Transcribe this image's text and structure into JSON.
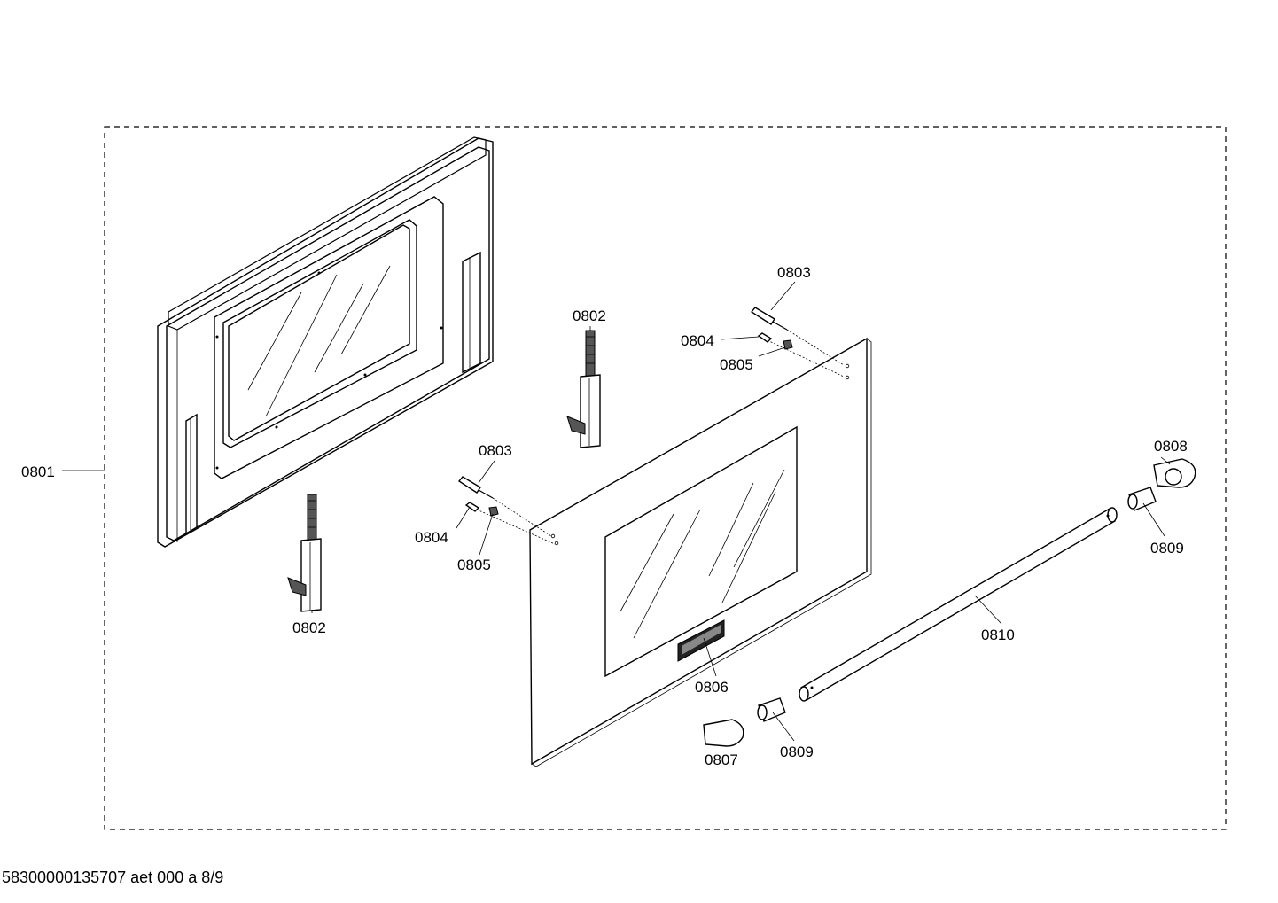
{
  "diagram": {
    "callouts": {
      "c0801": "0801",
      "c0802a": "0802",
      "c0802b": "0802",
      "c0803a": "0803",
      "c0803b": "0803",
      "c0804a": "0804",
      "c0804b": "0804",
      "c0805a": "0805",
      "c0805b": "0805",
      "c0806": "0806",
      "c0807": "0807",
      "c0808": "0808",
      "c0809a": "0809",
      "c0809b": "0809",
      "c0810": "0810"
    }
  },
  "footer": {
    "text": "58300000135707 aet 000 a 8/9"
  }
}
